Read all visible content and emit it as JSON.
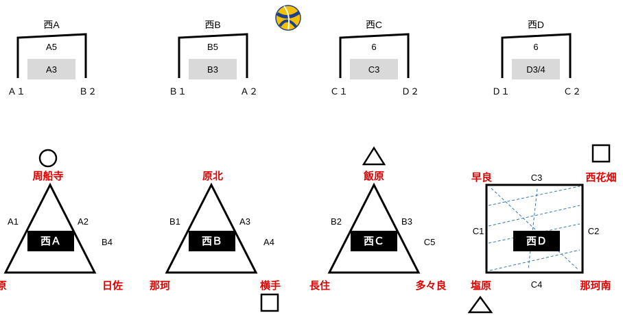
{
  "brackets": [
    {
      "title": "西A",
      "top": "A5",
      "bottom": "A3",
      "left": "Ａ１",
      "right": "Ｂ２"
    },
    {
      "title": "西B",
      "top": "B5",
      "bottom": "B3",
      "left": "Ｂ１",
      "right": "Ａ２"
    },
    {
      "title": "西C",
      "top": "6",
      "bottom": "C3",
      "left": "Ｃ１",
      "right": "Ｄ２"
    },
    {
      "title": "西D",
      "top": "6",
      "bottom": "D3/4",
      "left": "Ｄ１",
      "right": "Ｃ２"
    }
  ],
  "leagues": [
    {
      "name": "西Ａ",
      "top_team": "周船寺",
      "left_team": "原",
      "right_team": "日佐",
      "left_edge": "A1",
      "right_edge": "A2",
      "extra": "B4",
      "top_mark": "circle",
      "bottom_right_mark": ""
    },
    {
      "name": "西Ｂ",
      "top_team": "原北",
      "left_team": "那珂",
      "right_team": "横手",
      "left_edge": "B1",
      "right_edge": "A3",
      "extra": "A4",
      "top_mark": "",
      "bottom_right_mark": "square"
    },
    {
      "name": "西Ｃ",
      "top_team": "飯原",
      "left_team": "長住",
      "right_team": "多々良",
      "left_edge": "B2",
      "right_edge": "B3",
      "extra": "C5",
      "top_mark": "triangle",
      "bottom_right_mark": ""
    }
  ],
  "square_league": {
    "name": "西Ｄ",
    "top_left_team": "早良",
    "top_right_team": "西花畑",
    "bottom_left_team": "塩原",
    "bottom_right_team": "那珂南",
    "top_edge": "C3",
    "left_edge": "C1",
    "right_edge": "C2",
    "bottom_edge": "C4",
    "top_right_mark": "square",
    "bottom_left_mark": "triangle"
  },
  "icons": {
    "ball": "volleyball-icon"
  },
  "colors": {
    "team_text": "#e00000",
    "court_fill": "#d9d9d9",
    "diagonal": "#2e75b6",
    "label_bg": "#000000"
  }
}
